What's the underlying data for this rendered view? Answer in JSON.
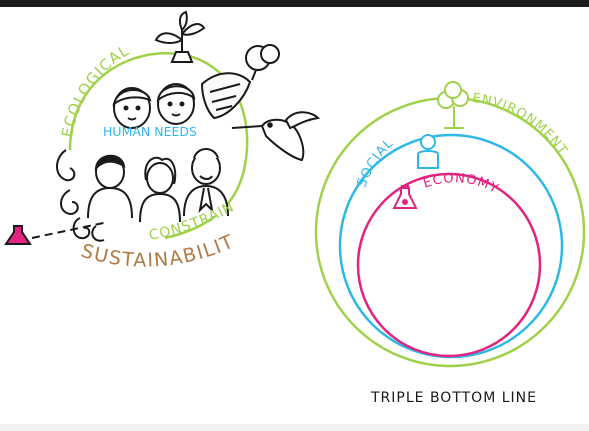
{
  "left_diagram": {
    "ecological_label": "ECOLOGICAL",
    "human_needs_label": "HUMAN NEEDS",
    "constraints_label": "CONSTRAINTS",
    "sustainability_label": "SUSTAINABILITY"
  },
  "right_diagram": {
    "environment_label": "ENVIRONMENT",
    "social_label": "SOCIAL",
    "economy_label": "ECONOMY",
    "caption": "TRIPLE BOTTOM LINE"
  },
  "colors": {
    "background": "#ffffff",
    "frame_top": "#1c1c1c",
    "frame_bottom": "#f2f2f2",
    "ecological_green": "#9fd24a",
    "human_needs_cyan": "#2fb8e6",
    "sustainability_brown": "#b07a45",
    "economy_magenta": "#e0247f",
    "ink": "#1a1a1a"
  },
  "icons": [
    "plant-icon",
    "tree-icon",
    "people-group-icon",
    "person-icon",
    "flask-icon",
    "bird-icon",
    "fish-icon",
    "swirl-icon"
  ]
}
